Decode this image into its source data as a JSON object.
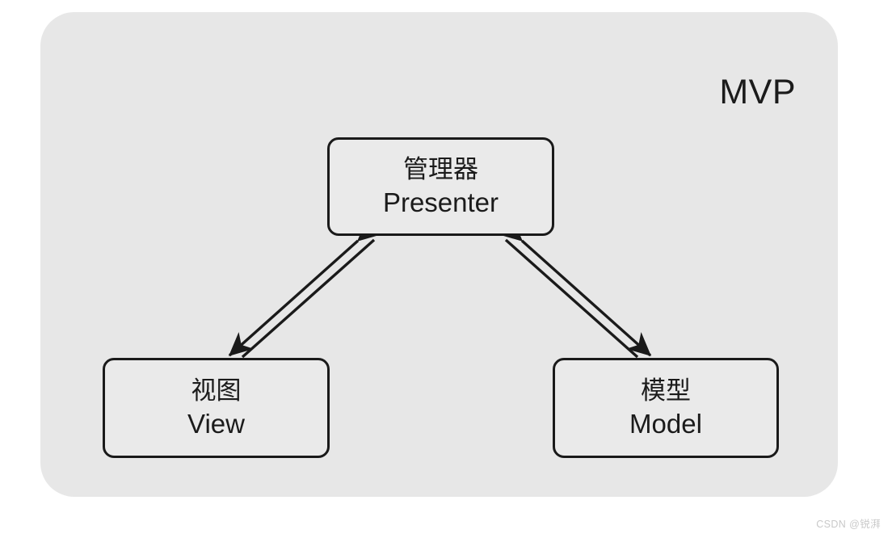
{
  "diagram": {
    "title": "MVP",
    "background_color": "#ffffff",
    "panel_color": "#e7e7e7",
    "node_fill_color": "#eaeaea",
    "stroke_color": "#1a1a1a",
    "nodes": [
      {
        "id": "presenter",
        "label_cn": "管理器",
        "label_en": "Presenter"
      },
      {
        "id": "view",
        "label_cn": "视图",
        "label_en": "View"
      },
      {
        "id": "model",
        "label_cn": "模型",
        "label_en": "Model"
      }
    ],
    "connections": [
      {
        "id": "presenter-view",
        "from": "presenter",
        "to": "view",
        "style": "double-line",
        "direction": "bidirectional",
        "label": ""
      },
      {
        "id": "presenter-model",
        "from": "presenter",
        "to": "model",
        "style": "double-line",
        "direction": "bidirectional",
        "label": ""
      }
    ]
  },
  "watermark": {
    "text": "CSDN @锐湃"
  }
}
